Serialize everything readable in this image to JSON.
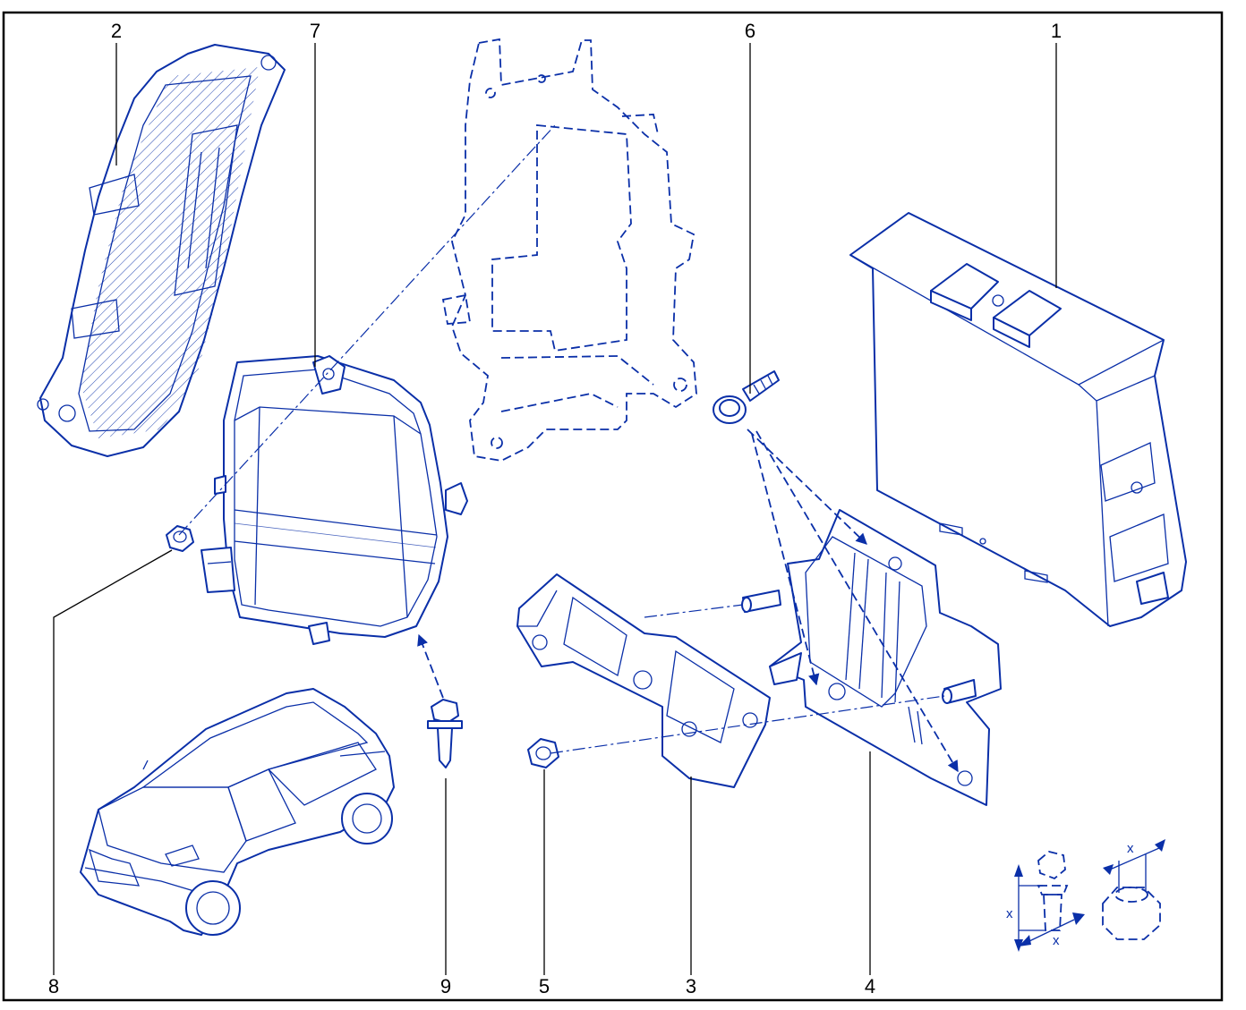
{
  "callouts": [
    {
      "id": "2",
      "text": "2"
    },
    {
      "id": "7",
      "text": "7"
    },
    {
      "id": "6",
      "text": "6"
    },
    {
      "id": "1",
      "text": "1"
    },
    {
      "id": "8",
      "text": "8"
    },
    {
      "id": "9",
      "text": "9"
    },
    {
      "id": "5",
      "text": "5"
    },
    {
      "id": "3",
      "text": "3"
    },
    {
      "id": "4",
      "text": "4"
    }
  ],
  "torque_symbol": {
    "dimension_label": "x"
  },
  "colors": {
    "line_art": "#0a2fa8",
    "frame": "#000000",
    "background": "#ffffff"
  },
  "icons": [
    "ecu-module-icon",
    "cover-housing-icon",
    "mounting-frame-icon",
    "control-unit-box-icon",
    "screw-icon",
    "nut-icon",
    "bolt-icon",
    "bracket-plate-icon",
    "support-bracket-icon",
    "vehicle-icon",
    "bolt-torque-symbol-icon",
    "nut-torque-symbol-icon"
  ]
}
